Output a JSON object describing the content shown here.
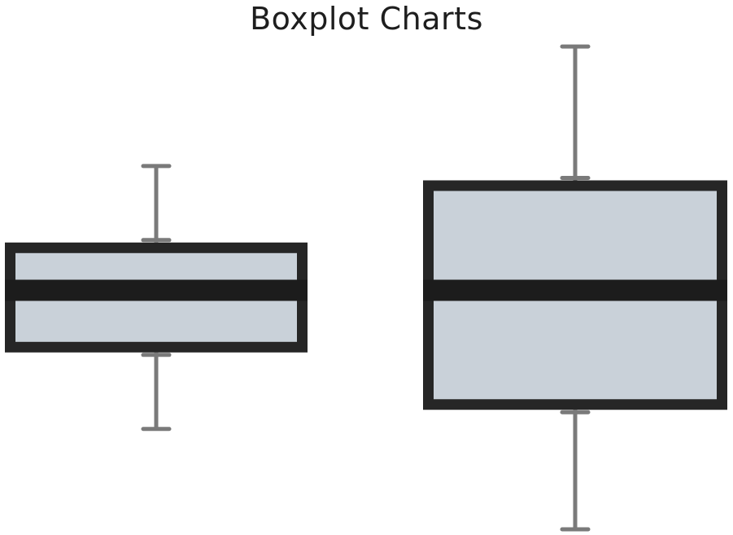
{
  "chart_data": {
    "type": "boxplot",
    "title": "Boxplot Charts",
    "xlabel": "",
    "ylabel": "",
    "ylim": [
      0,
      100
    ],
    "grid": false,
    "legend": "none",
    "series": [
      {
        "whisker_low": 21,
        "q1": 37,
        "median": 50,
        "q3": 60,
        "whisker_high": 76
      },
      {
        "whisker_low": 0,
        "q1": 25,
        "median": 50,
        "q3": 73,
        "whisker_high": 101
      }
    ],
    "colors": {
      "box_fill": "#c9d1d9",
      "box_stroke": "#262626",
      "median": "#1c1c1c",
      "whisker": "#7a7a7a"
    }
  }
}
